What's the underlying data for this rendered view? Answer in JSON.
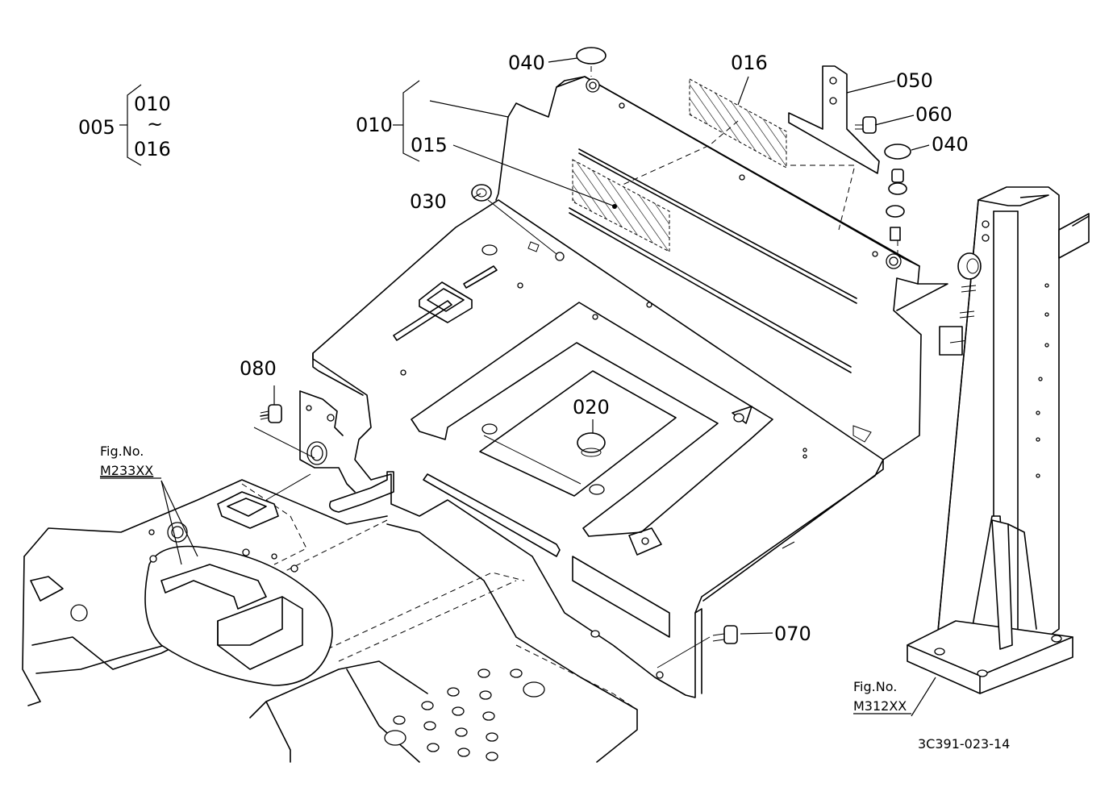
{
  "callouts": {
    "p005": "005",
    "p010_group_top": "010",
    "p010_group_tilde": "~",
    "p016_group_bottom": "016",
    "p010": "010",
    "p015": "015",
    "p016": "016",
    "p020": "020",
    "p030": "030",
    "p040_top": "040",
    "p040_right": "040",
    "p050": "050",
    "p060": "060",
    "p070": "070",
    "p080": "080"
  },
  "refs": {
    "left_fig_label": "Fig.No.",
    "left_fig_code": "M233XX",
    "right_fig_label": "Fig.No.",
    "right_fig_code": "M312XX"
  },
  "drawing_number": "3C391-023-14"
}
